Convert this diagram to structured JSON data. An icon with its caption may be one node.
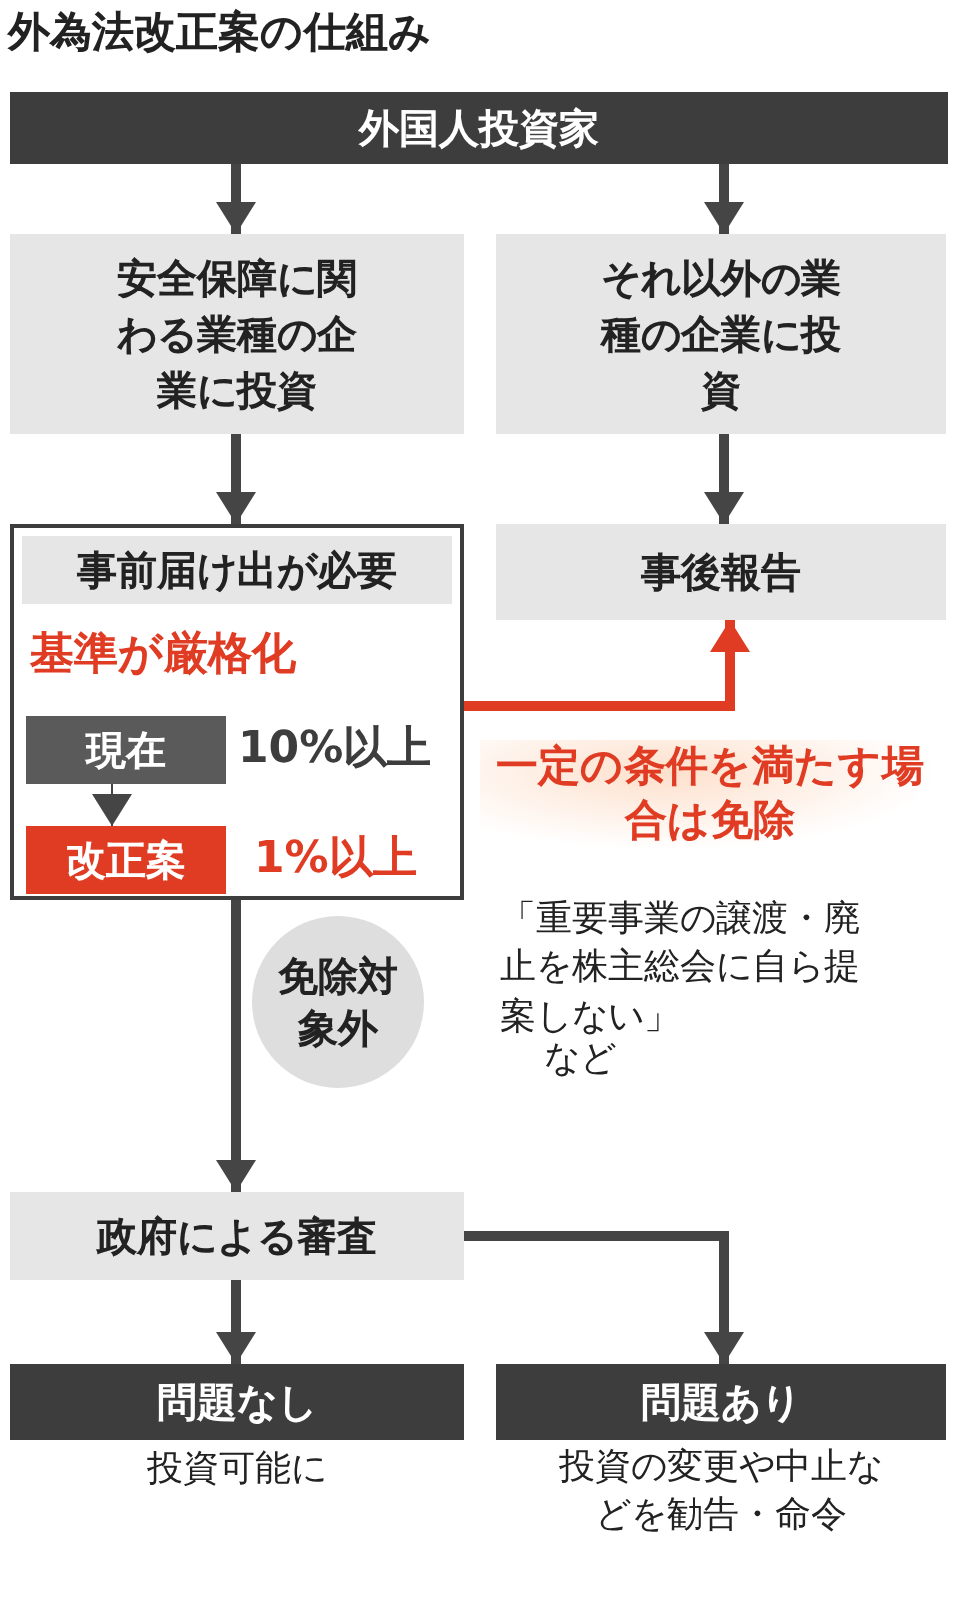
{
  "diagram": {
    "title": "外為法改正案の仕組み",
    "nodes": [
      {
        "text": [
          "外国人投資家"
        ]
      },
      {
        "text": [
          "安全保障に関わる業種の企業に投資"
        ]
      },
      {
        "text": [
          "それ以外の業種の企業に投資"
        ]
      },
      {
        "text": [
          "事前届け出が必要",
          "基準が厳格化"
        ]
      },
      {
        "text": [
          "現在"
        ],
        "in": 3,
        "beside": [
          "10%以上"
        ]
      },
      {
        "text": [
          "改正案"
        ],
        "in": 3,
        "beside": [
          "1%以上"
        ]
      },
      {
        "text": [
          "事後報告"
        ]
      },
      {
        "text": [
          "政府による審査"
        ]
      },
      {
        "text": [
          "問題なし"
        ],
        "beside": [
          "投資可能に"
        ]
      },
      {
        "text": [
          "問題あり"
        ],
        "beside": [
          "投資の変更や中止などを勧告・命令"
        ]
      }
    ],
    "edges": [
      {
        "from": 0,
        "to": 1,
        "arrow": "to"
      },
      {
        "from": 0,
        "to": 2,
        "arrow": "to"
      },
      {
        "from": 1,
        "to": 3,
        "arrow": "to"
      },
      {
        "from": 2,
        "to": 6,
        "arrow": "to"
      },
      {
        "from": 3,
        "to": 6,
        "arrow": "to",
        "label": "一定の条件を満たす場合は免除",
        "color": "#e03c24"
      },
      {
        "from": 4,
        "to": 5,
        "arrow": "to"
      },
      {
        "from": 3,
        "to": 7,
        "arrow": "to",
        "label": "免除対象外"
      },
      {
        "from": 7,
        "to": 8,
        "arrow": "to"
      },
      {
        "from": 7,
        "to": 9,
        "arrow": "to"
      }
    ],
    "labels": [
      "「重要事業の譲渡・廃止を株主総会に自ら提案しない」",
      "など"
    ]
  }
}
